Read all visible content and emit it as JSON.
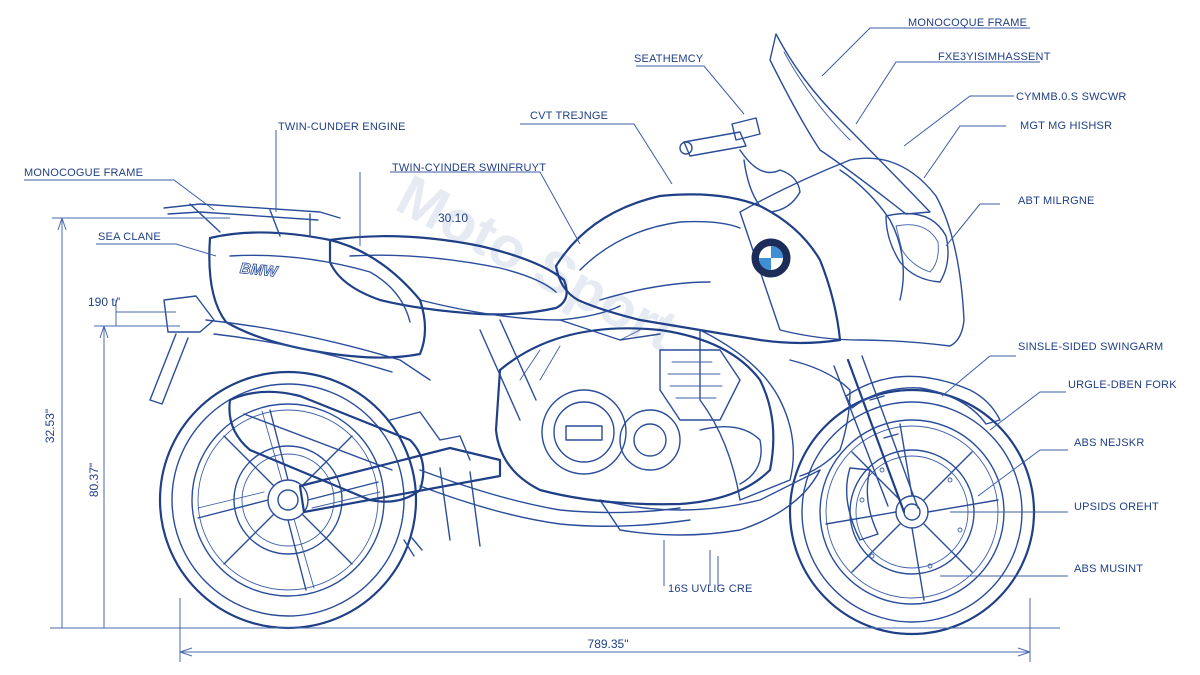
{
  "colors": {
    "ink": "#2a4d9a",
    "background": "#ffffff",
    "watermark": "#c9d2e6",
    "logo_blue": "#3f8fd6"
  },
  "watermark": "Moto Sport",
  "tank_badge": "BMW roundel logo",
  "pannier_lettering": "BMW",
  "labels": {
    "monocoque_frame_top": "MONOCOQUE FRAME",
    "seat_height": "SEATHEMCY",
    "fxe": "FXE3YISIMHASSENT",
    "cvt_triangle": "CVT TREJNGE",
    "twin_cylinder_engine": "TWIN-CUNDER ENGINE",
    "twin_cylinder_swing": "TWIN-CYINDER SWINFRUYT",
    "monocoque_frame_left": "MONOCOGUE FRAME",
    "sea_clane": "SEA CLANE",
    "cymm": "CYMMB.0.S SWCWR",
    "mgt": "MGT MG HISHSR",
    "abt": "ABT MILRGNE",
    "single_sided_swingarm": "SINSLE-SIDED SWINGARM",
    "upside_down_fork": "URGLE-DBEN FORK",
    "abs_1": "ABS NEJSKR",
    "upside_orht": "UPSIDS OREHT",
    "abs_2": "ABS MUSINT",
    "exhaust_note": "16S UVLIG CRE"
  },
  "dimensions": {
    "seat_value": "30.10",
    "small_height": "190 t/'",
    "overall_height": "32.53\"",
    "wheel_height": "80.37\"",
    "overall_length": "789.35\""
  }
}
